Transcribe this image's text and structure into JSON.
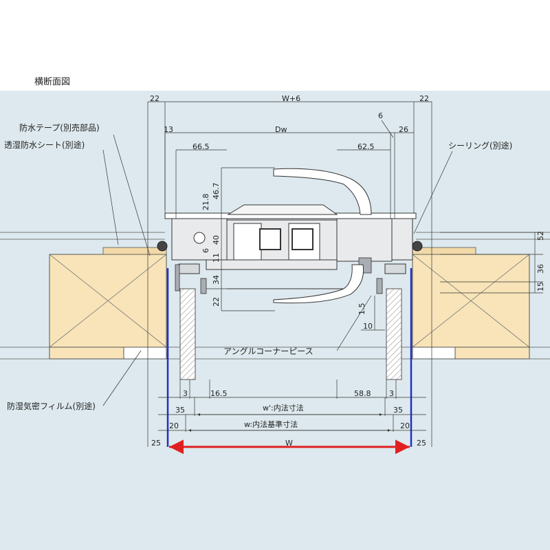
{
  "title": "横断面図",
  "colors": {
    "background_band": "#dde9ee",
    "wood": "#f8e4b8",
    "wall_wood": "#e9dcd2",
    "red_dimension": "#e02020",
    "blue_line": "#2030c0",
    "steel": "#a9aeb4",
    "line": "#333333"
  },
  "labels": {
    "waterproof_tape": "防水テープ(別売部品)",
    "breathable_sheet": "透湿防水シート(別途)",
    "sealing": "シーリング(別途)",
    "angle_corner": "アングルコーナーピース",
    "vapor_film": "防湿気密フィルム(別途)"
  },
  "dimensions": {
    "top": {
      "left_22": "22",
      "w_plus_6": "W+6",
      "right_22": "22"
    },
    "second": {
      "left_13": "13",
      "dw": "Dw",
      "six": "6",
      "right_26": "26"
    },
    "third": {
      "left_66_5": "66.5",
      "right_62_5": "62.5"
    },
    "handle": {
      "v46_7": "46.7",
      "v21_8": "21.8",
      "v6": "6",
      "v40": "40",
      "v11": "11",
      "v34": "34",
      "v22": "22"
    },
    "right_side": {
      "v52": "52",
      "v36": "36",
      "v15": "15"
    },
    "lower_right": {
      "v1_5": "1.5",
      "v10": "10"
    },
    "bottom_row1": {
      "left_3": "3",
      "left_16_5": "16.5",
      "right_58_8": "58.8",
      "right_3": "3"
    },
    "bottom_row2": {
      "left_35": "35",
      "inner": "w':内法寸法",
      "right_35": "35"
    },
    "bottom_row3": {
      "left_20": "20",
      "inner": "w:内法基準寸法",
      "right_20": "20"
    },
    "bottom_row4": {
      "left_25": "25",
      "w": "W",
      "right_25": "25"
    }
  }
}
